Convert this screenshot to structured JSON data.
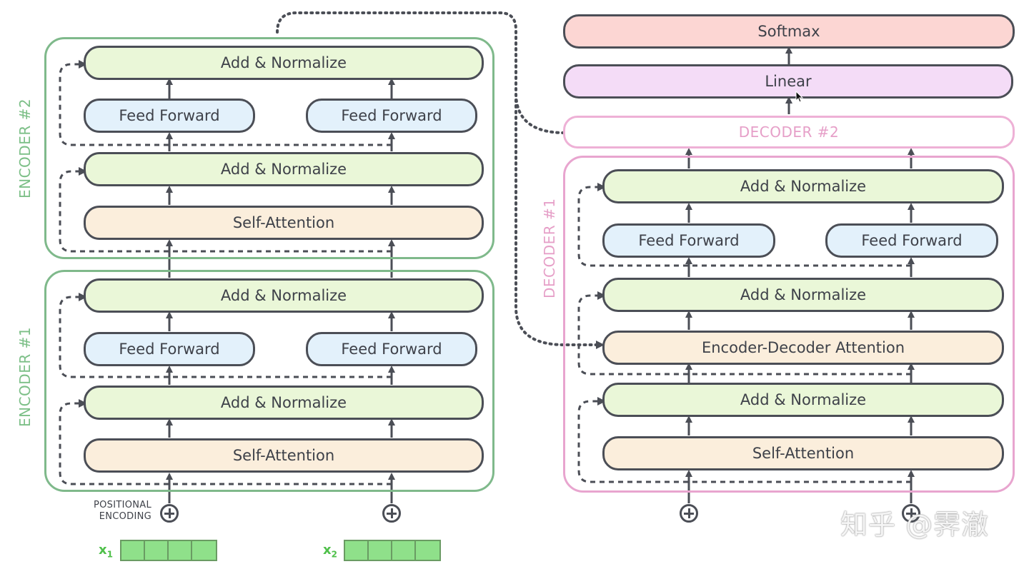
{
  "encoders": [
    {
      "label": "ENCODER #2",
      "add_norm_top": "Add & Normalize",
      "feed_forward_left": "Feed Forward",
      "feed_forward_right": "Feed Forward",
      "add_norm_bottom": "Add & Normalize",
      "self_attention": "Self-Attention"
    },
    {
      "label": "ENCODER #1",
      "add_norm_top": "Add & Normalize",
      "feed_forward_left": "Feed Forward",
      "feed_forward_right": "Feed Forward",
      "add_norm_bottom": "Add & Normalize",
      "self_attention": "Self-Attention"
    }
  ],
  "decoder1": {
    "label": "DECODER #1",
    "add_norm_top": "Add & Normalize",
    "feed_forward_left": "Feed Forward",
    "feed_forward_right": "Feed Forward",
    "add_norm_middle": "Add & Normalize",
    "enc_dec_attention": "Encoder-Decoder Attention",
    "add_norm_bottom": "Add & Normalize",
    "self_attention": "Self-Attention"
  },
  "decoder2": {
    "label": "DECODER #2"
  },
  "output": {
    "linear": "Linear",
    "softmax": "Softmax"
  },
  "inputs": {
    "positional_line1": "POSITIONAL",
    "positional_line2": "ENCODING",
    "x1": "x",
    "x1_sub": "1",
    "x2": "x",
    "x2_sub": "2",
    "vector_cells": 4
  },
  "watermark": "知乎 @霁澈",
  "colors": {
    "encoder_frame": "#7fb98b",
    "decoder_frame": "#e8a5cf",
    "add_normalize": "#eaf7d8",
    "feed_forward": "#e3f1fb",
    "attention": "#fbeedc",
    "linear": "#f4dcf7",
    "softmax": "#fcd6d3",
    "embedding": "#8fe08a"
  }
}
